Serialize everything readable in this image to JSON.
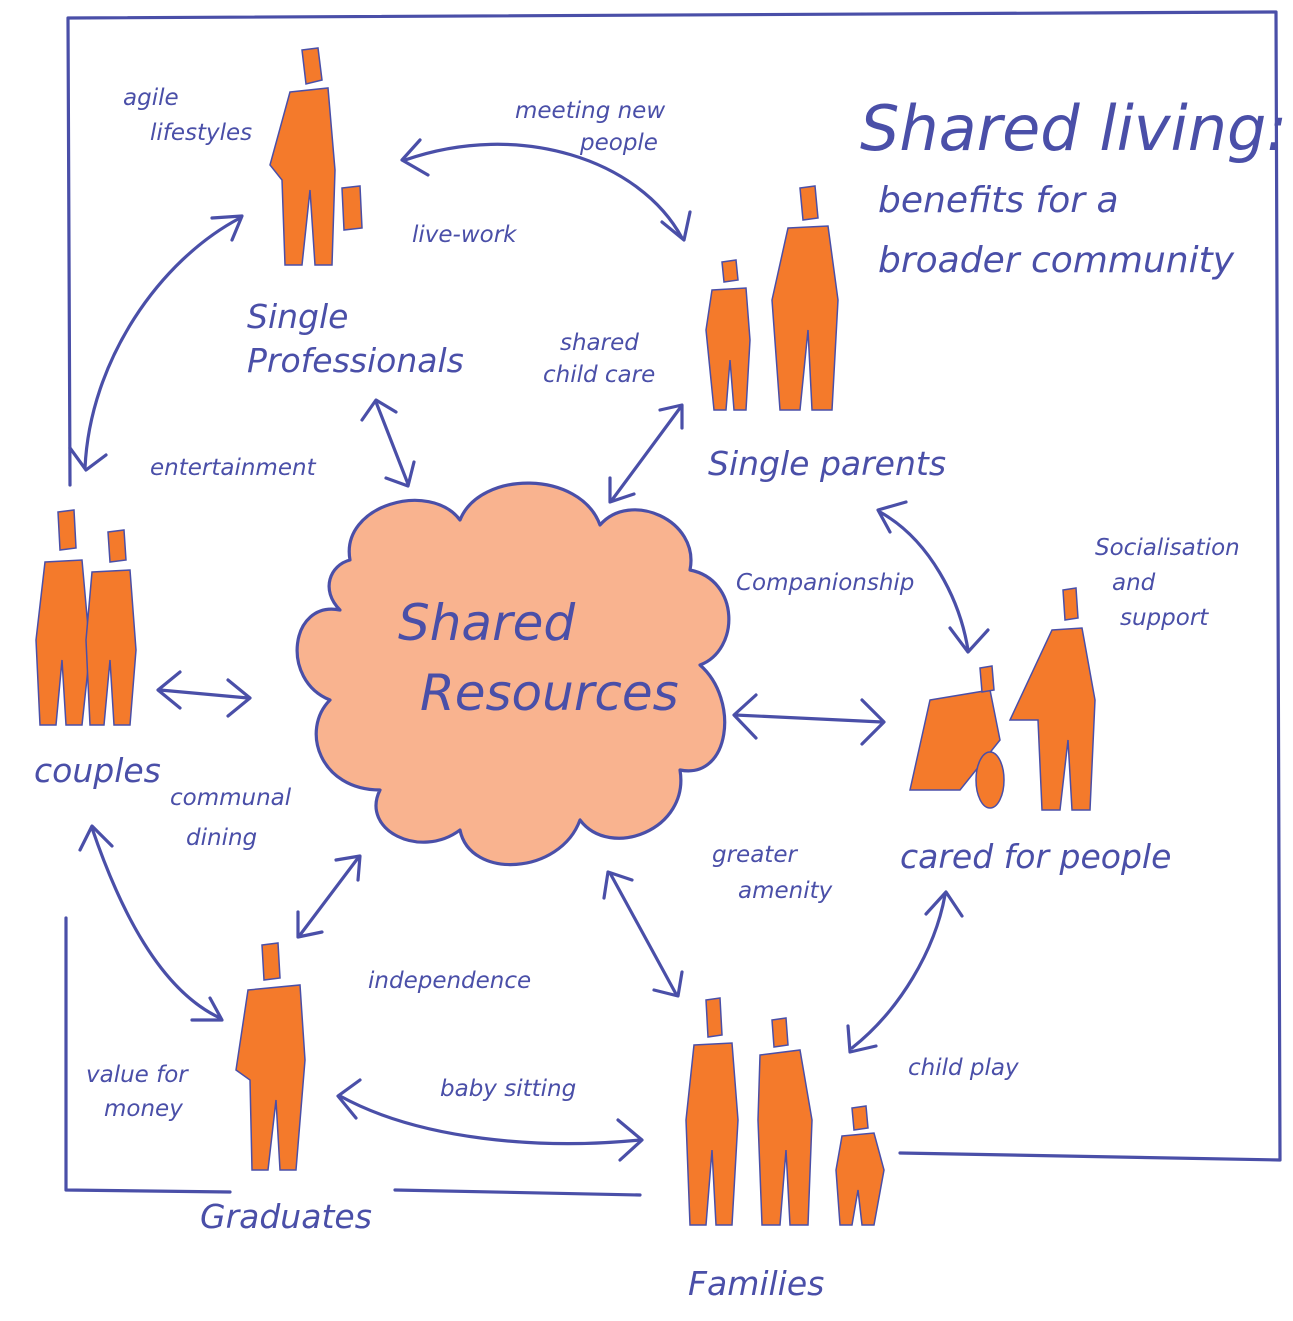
{
  "title": "Shared living:",
  "subtitle_lines": [
    "benefits for a",
    "broader community"
  ],
  "center": {
    "lines": [
      "Shared",
      "Resources"
    ],
    "color": "#f9b38f"
  },
  "groups": {
    "single_professionals": [
      "Single",
      "Professionals"
    ],
    "single_parents": "Single parents",
    "couples": "couples",
    "cared_for_people": "cared for people",
    "graduates": "Graduates",
    "families": "Families"
  },
  "benefits": {
    "agile_lifestyles": [
      "agile",
      "lifestyles"
    ],
    "meeting_new_people": [
      "meeting new",
      "people"
    ],
    "live_work": "live-work",
    "shared_child_care": [
      "shared",
      "child care"
    ],
    "entertainment": "entertainment",
    "companionship": "Companionship",
    "socialisation_and_support": [
      "Socialisation",
      "and",
      "support"
    ],
    "communal_dining": [
      "communal",
      "dining"
    ],
    "greater_amenity": [
      "greater",
      "amenity"
    ],
    "independence": "independence",
    "value_for_money": [
      "value for",
      "money"
    ],
    "baby_sitting": "baby sitting",
    "child_play": "child play"
  },
  "colors": {
    "ink": "#4a4fa8",
    "figure": "#f47a2b",
    "cloud": "#f9b38f",
    "background": "#ffffff"
  },
  "icons": [
    "person-icon",
    "briefcase-icon",
    "wheelchair-icon",
    "double-arrow-icon"
  ]
}
